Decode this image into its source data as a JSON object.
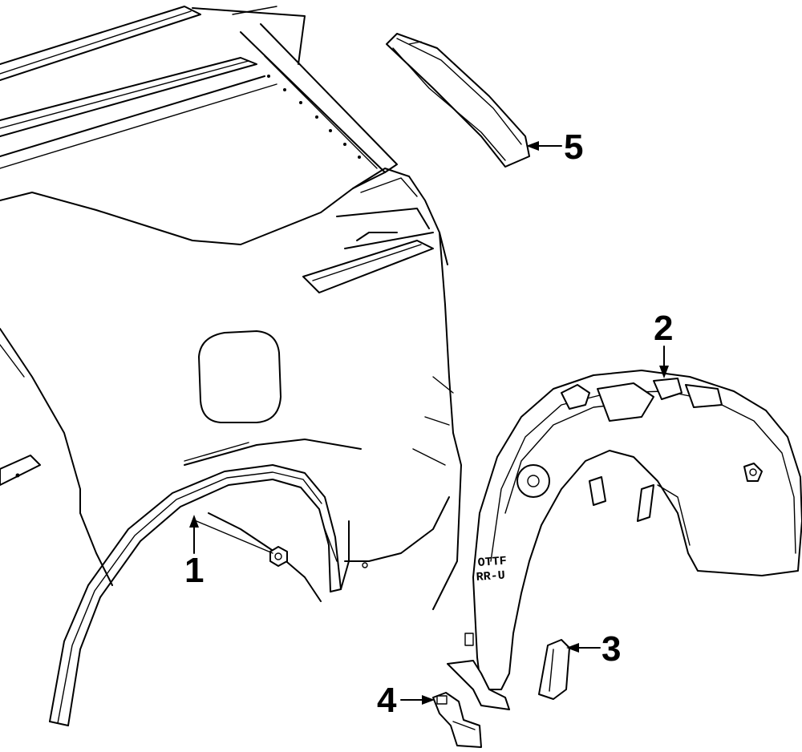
{
  "diagram": {
    "callouts": [
      {
        "id": "1",
        "label": "1"
      },
      {
        "id": "2",
        "label": "2"
      },
      {
        "id": "3",
        "label": "3"
      },
      {
        "id": "4",
        "label": "4"
      },
      {
        "id": "5",
        "label": "5"
      }
    ],
    "liner_stamp": [
      "OTTF",
      "RR-U"
    ],
    "line_color": "#000000",
    "background_color": "#ffffff"
  }
}
